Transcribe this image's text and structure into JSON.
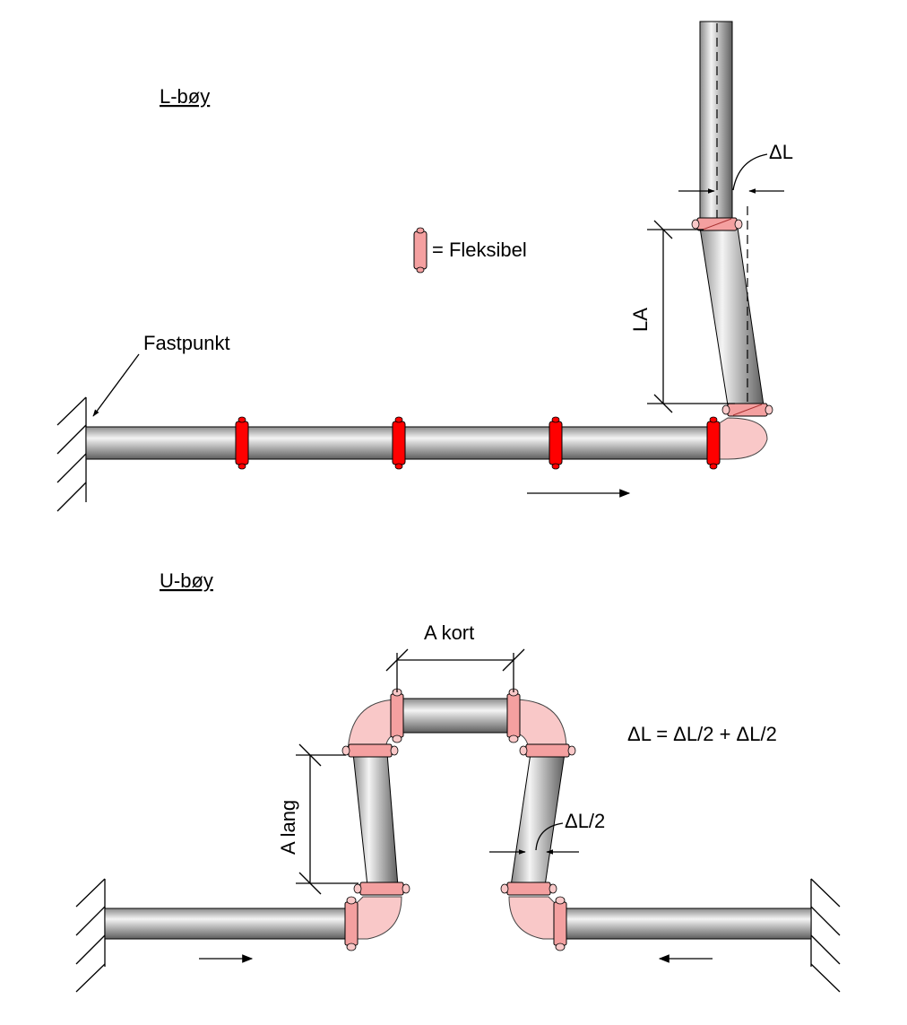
{
  "titles": {
    "l_bend": "L-bøy",
    "u_bend": "U-bøy"
  },
  "legend": {
    "text": "= Fleksibel"
  },
  "labels": {
    "fixed_point": "Fastpunkt",
    "delta_l": "ΔL",
    "la": "LA",
    "a_short": "A kort",
    "a_long": "A lang",
    "delta_l_half": "ΔL/2",
    "formula": "ΔL = ΔL/2 + ΔL/2"
  },
  "colors": {
    "pipe_light": "#f4f4f4",
    "pipe_dark": "#6e6e6e",
    "flex_strong": "#ff0000",
    "flex_light": "#f4a0a0",
    "elbow": "#f9c8c8",
    "line": "#000000"
  }
}
